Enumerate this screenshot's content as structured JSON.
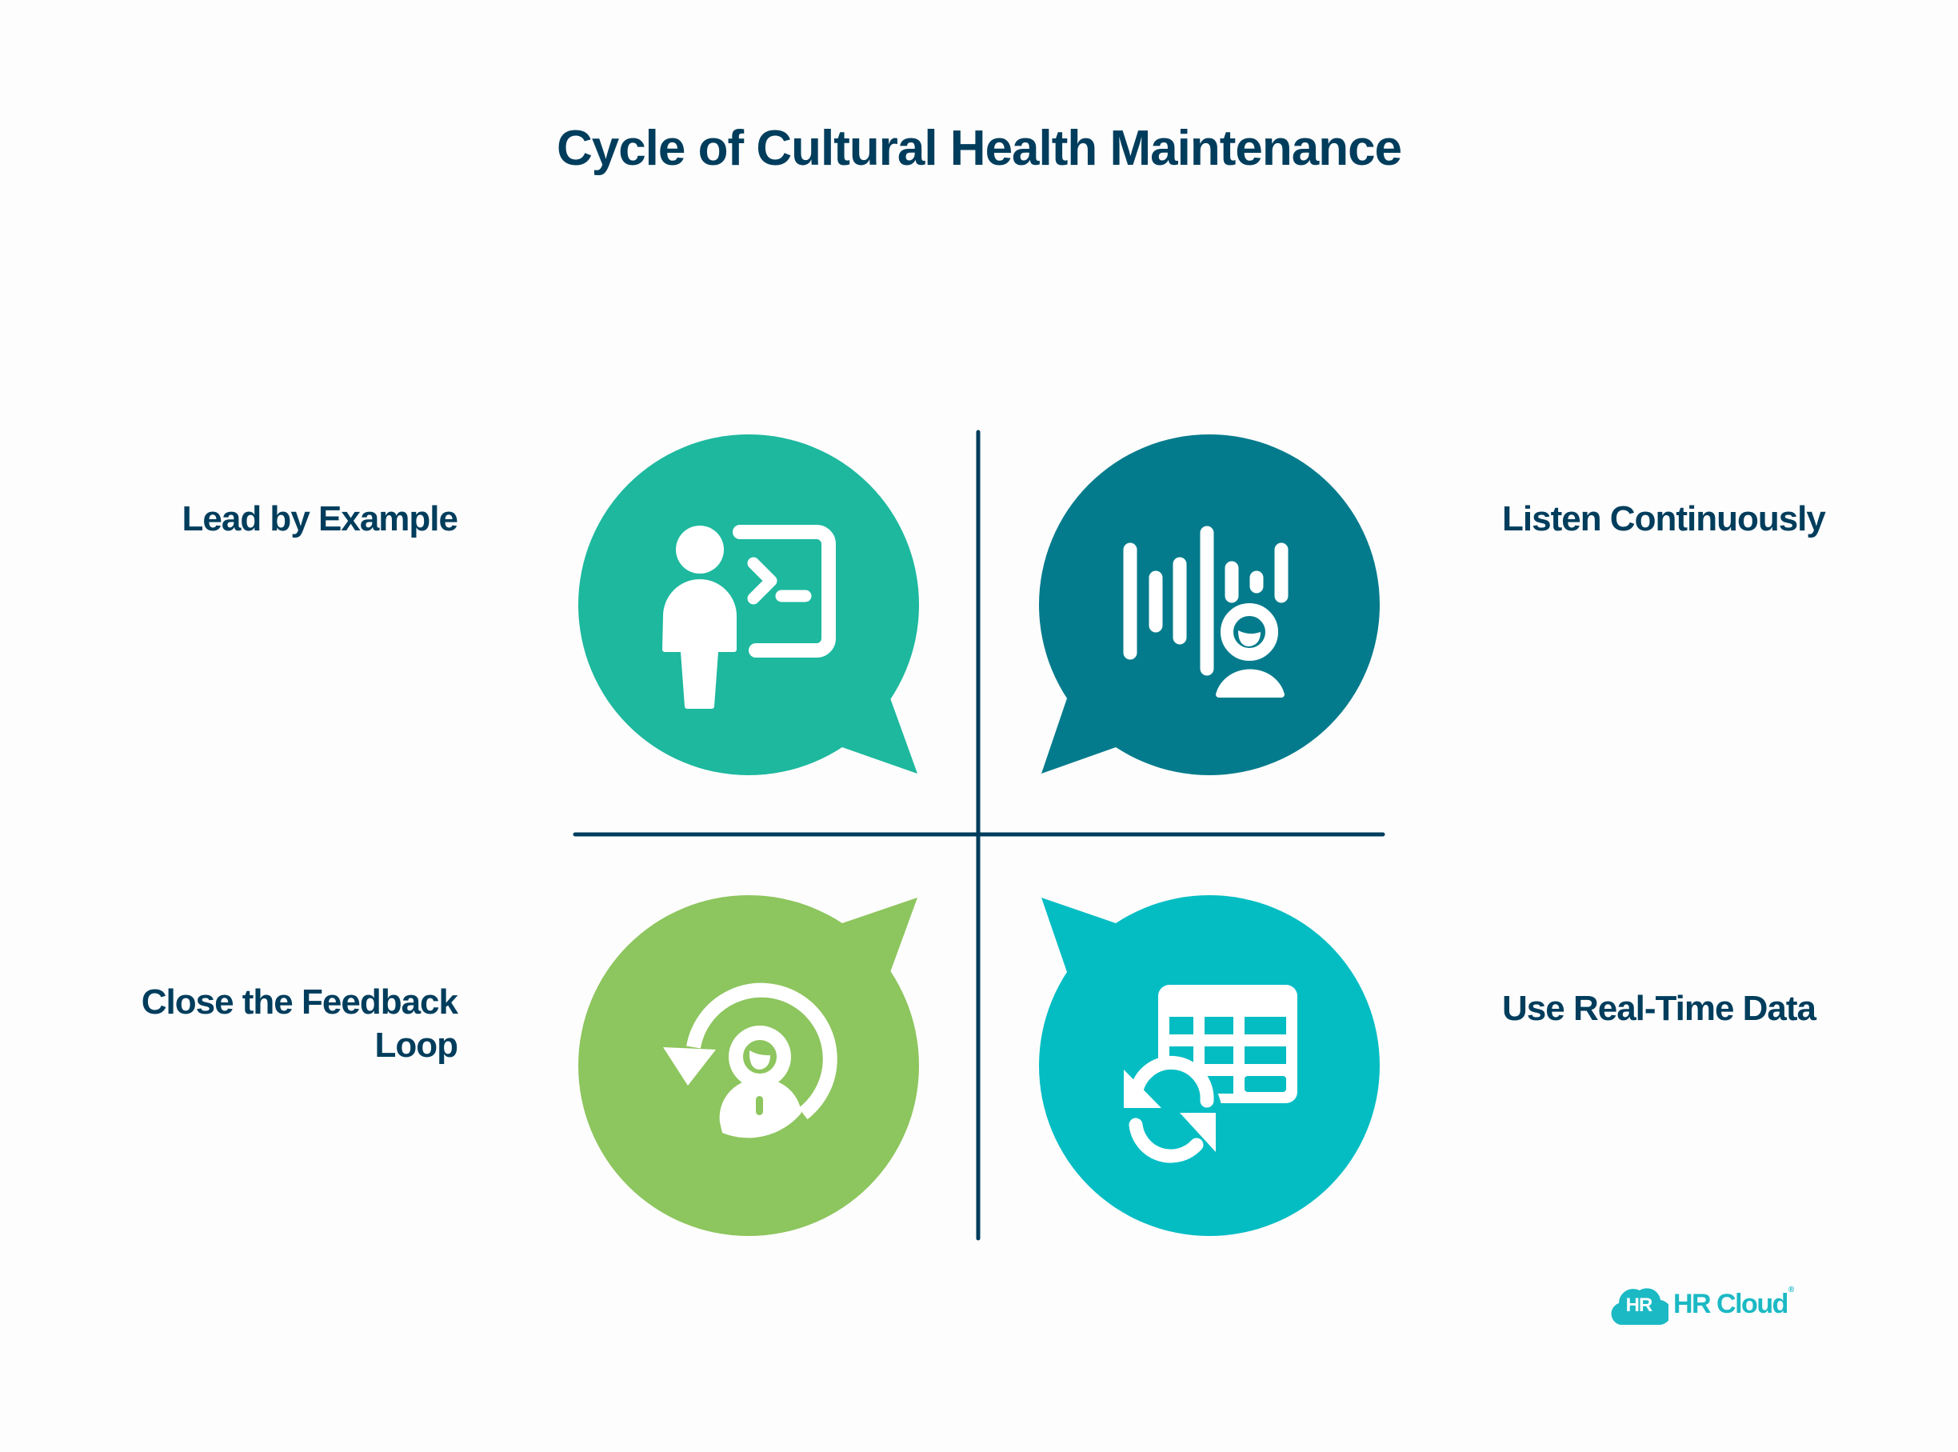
{
  "title": "Cycle of Cultural Health Maintenance",
  "colors": {
    "text": "#003d5c",
    "divider": "#003d5c",
    "lead_by_example": "#1db89e",
    "listen_continuously": "#047b8c",
    "close_feedback_loop": "#8dc55e",
    "use_real_time_data": "#04bdc3",
    "logo": "#1bb9c4"
  },
  "quadrants": [
    {
      "position": "top-left",
      "label": "Lead by Example",
      "icon": "presenter-terminal-icon"
    },
    {
      "position": "top-right",
      "label": "Listen Continuously",
      "icon": "voice-wave-person-icon"
    },
    {
      "position": "bottom-left",
      "label": "Close the Feedback Loop",
      "icon": "person-cycle-arrow-icon"
    },
    {
      "position": "bottom-right",
      "label": "Use Real-Time Data",
      "icon": "table-sync-icon"
    }
  ],
  "logo": {
    "badge": "HR",
    "text": "HR Cloud",
    "mark": "®"
  }
}
